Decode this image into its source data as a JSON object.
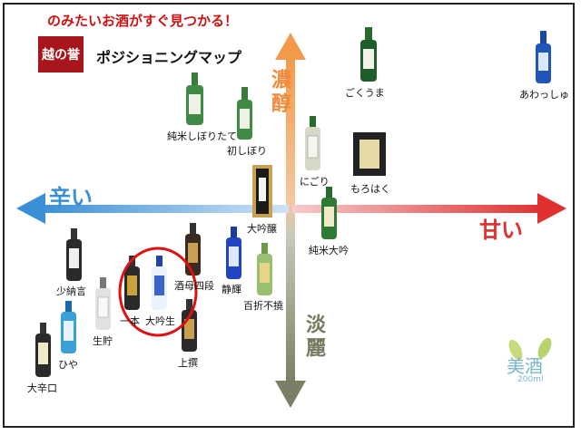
{
  "header": {
    "tagline": "のみたいお酒がすぐ見つかる！",
    "logo_text": "越の誉",
    "map_title": "ポジショニングマップ"
  },
  "axes": {
    "top": "濃醇",
    "bottom": "淡麗",
    "left": "辛い",
    "right": "甘い"
  },
  "badge": {
    "text": "美酒",
    "sub": "200ml"
  },
  "products": [
    {
      "label": "ごくうま"
    },
    {
      "label": "あわっしゅ"
    },
    {
      "label": "純米しぼりたて"
    },
    {
      "label": "初しぼり"
    },
    {
      "label": "にごり"
    },
    {
      "label": "もろはく"
    },
    {
      "label": "大吟醸"
    },
    {
      "label": "純米大吟"
    },
    {
      "label": "酒母四段"
    },
    {
      "label": "静輝"
    },
    {
      "label": "百折不撓"
    },
    {
      "label": "少納言"
    },
    {
      "label": "一本"
    },
    {
      "label": "大吟生"
    },
    {
      "label": "生貯"
    },
    {
      "label": "ひや"
    },
    {
      "label": "上撰"
    },
    {
      "label": "大辛口"
    }
  ],
  "colors": {
    "tagline": "#d01010",
    "axis_warm": "#f0a050",
    "axis_cool": "#8a8a70",
    "axis_left": "#3a8fd6",
    "axis_right": "#e03030",
    "highlight": "#e01010"
  }
}
